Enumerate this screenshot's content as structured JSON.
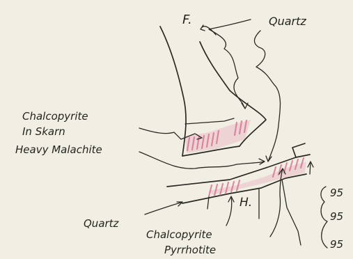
{
  "labels": {
    "f": "F.",
    "quartz_top": "Quartz",
    "chalcopyrite_skarn_line1": "Chalcopyrite",
    "chalcopyrite_skarn_line2": "In Skarn",
    "heavy_malachite": "Heavy Malachite",
    "h": "H.",
    "quartz_bottom": "Quartz",
    "chalcopyrite": "Chalcopyrite",
    "pyrrhotite": "Pyrrhotite",
    "margin_1": "95",
    "margin_2": "95",
    "margin_3": "95"
  },
  "colors": {
    "paper": "#f1efe3",
    "ink": "#2a2822",
    "mineral_highlight": "#d46b8f"
  }
}
